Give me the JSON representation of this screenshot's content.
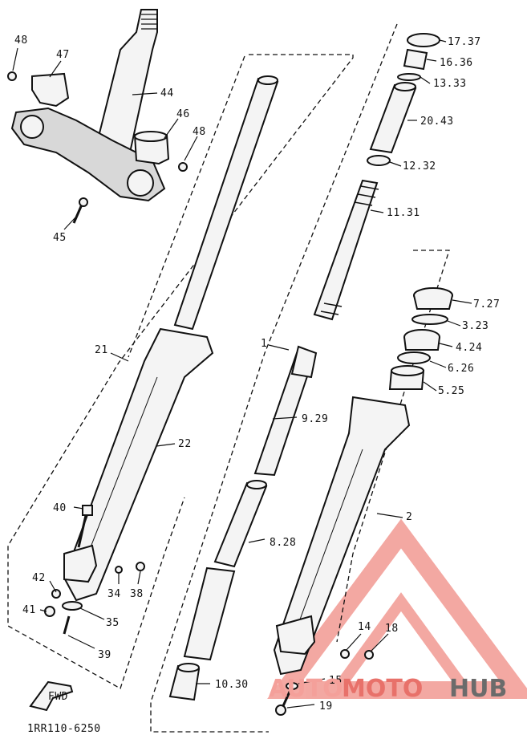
{
  "labels": {
    "l48a": "48",
    "l47": "47",
    "l44": "44",
    "l46": "46",
    "l48b": "48",
    "l45": "45",
    "l21": "21",
    "l22": "22",
    "l40": "40",
    "l42": "42",
    "l34": "34",
    "l38": "38",
    "l41": "41",
    "l35": "35",
    "l39": "39",
    "l1": "1",
    "l9_29": "9.29",
    "l8_28": "8.28",
    "l10_30": "10.30",
    "l15": "15",
    "l19": "19",
    "l17_37": "17.37",
    "l16_36": "16.36",
    "l13_33": "13.33",
    "l20_43": "20.43",
    "l12_32": "12.32",
    "l11_31": "11.31",
    "l7_27": "7.27",
    "l3_23": "3.23",
    "l4_24": "4.24",
    "l6_26": "6.26",
    "l5_25": "5.25",
    "l2": "2",
    "l14": "14",
    "l18": "18"
  },
  "code": "1RR110-6250",
  "fwd": "FWD",
  "watermark": {
    "part1": "AUTO",
    "part2": "MOTO",
    "part3": "HUB",
    "color1": "#f4a09a",
    "color2": "#e8716a",
    "color3": "#6b6b6b"
  }
}
